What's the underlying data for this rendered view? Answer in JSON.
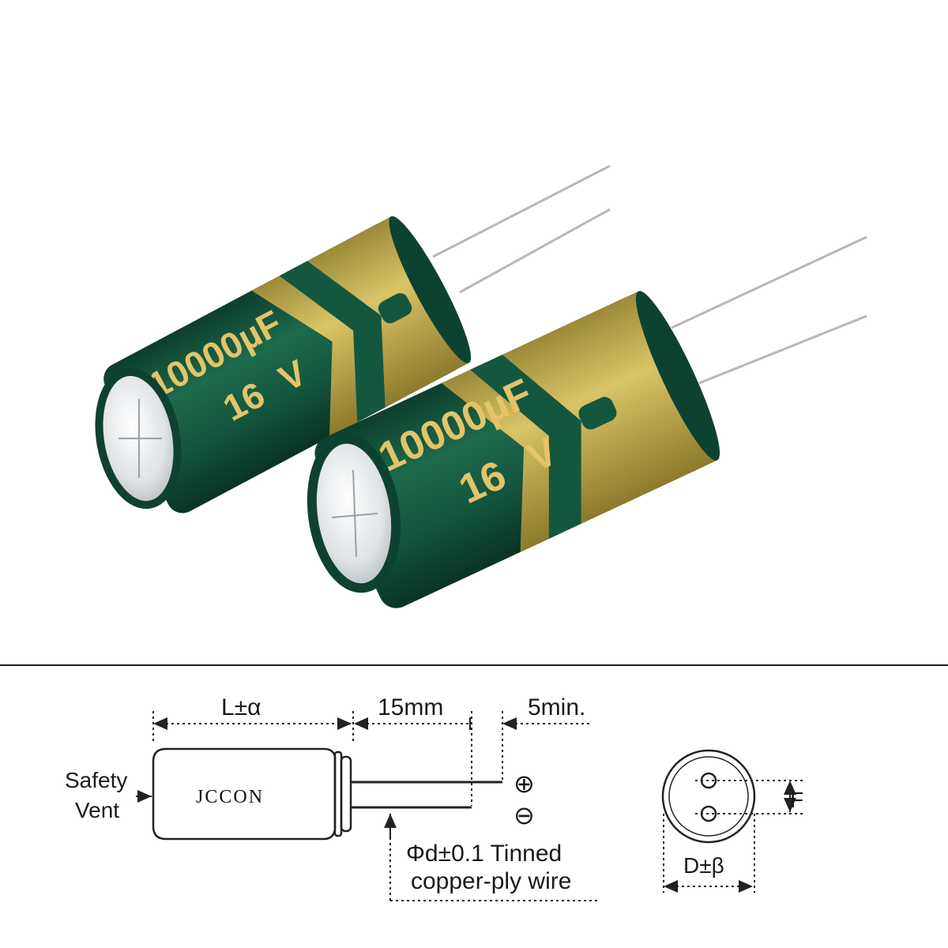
{
  "product": {
    "capacitance_print": "10000µF",
    "voltage_number": "16",
    "voltage_unit": "V"
  },
  "diagram": {
    "length_label": "L±α",
    "lead_length_label": "15mm",
    "lead_min_label": "5min.",
    "safety_vent_line1": "Safety",
    "safety_vent_line2": "Vent",
    "brand": "JCCON",
    "positive_symbol": "⊕",
    "negative_symbol": "⊖",
    "wire_line1": "Φd±0.1 Tinned",
    "wire_line2": "copper-ply wire",
    "pitch_label": "F",
    "diameter_label": "D±β"
  },
  "colors": {
    "sleeve_green": "#14563f",
    "sleeve_gold": "#c9b04f",
    "print_gold": "#e3c468",
    "top_silver": "#dfe3e6"
  }
}
